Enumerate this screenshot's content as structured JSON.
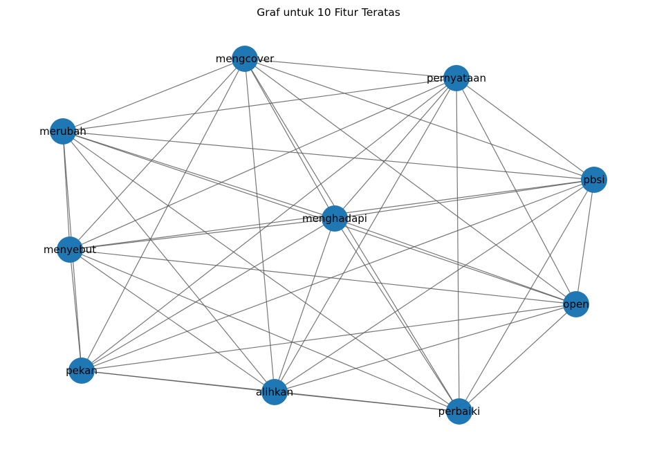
{
  "title": "Graf untuk 10 Fitur Teratas",
  "node_color": "#1f77b4",
  "edge_color": "#555555",
  "nodes": [
    {
      "id": "mengcover",
      "label": "mengcover"
    },
    {
      "id": "pernyataan",
      "label": "pernyataan"
    },
    {
      "id": "merubah",
      "label": "merubah"
    },
    {
      "id": "pbsi",
      "label": "pbsi"
    },
    {
      "id": "menghadapi",
      "label": "menghadapi"
    },
    {
      "id": "menyebut",
      "label": "menyebut"
    },
    {
      "id": "open",
      "label": "open"
    },
    {
      "id": "pekan",
      "label": "pekan"
    },
    {
      "id": "alihkan",
      "label": "alihkan"
    },
    {
      "id": "perbaiki",
      "label": "perbaiki"
    }
  ],
  "edges": [
    [
      "mengcover",
      "pernyataan"
    ],
    [
      "mengcover",
      "merubah"
    ],
    [
      "mengcover",
      "pbsi"
    ],
    [
      "mengcover",
      "menghadapi"
    ],
    [
      "mengcover",
      "menyebut"
    ],
    [
      "mengcover",
      "open"
    ],
    [
      "mengcover",
      "pekan"
    ],
    [
      "mengcover",
      "alihkan"
    ],
    [
      "mengcover",
      "perbaiki"
    ],
    [
      "pernyataan",
      "merubah"
    ],
    [
      "pernyataan",
      "pbsi"
    ],
    [
      "pernyataan",
      "menghadapi"
    ],
    [
      "pernyataan",
      "menyebut"
    ],
    [
      "pernyataan",
      "open"
    ],
    [
      "pernyataan",
      "pekan"
    ],
    [
      "pernyataan",
      "alihkan"
    ],
    [
      "pernyataan",
      "perbaiki"
    ],
    [
      "merubah",
      "pbsi"
    ],
    [
      "merubah",
      "menghadapi"
    ],
    [
      "merubah",
      "menyebut"
    ],
    [
      "merubah",
      "open"
    ],
    [
      "merubah",
      "pekan"
    ],
    [
      "merubah",
      "alihkan"
    ],
    [
      "merubah",
      "perbaiki"
    ],
    [
      "pbsi",
      "menghadapi"
    ],
    [
      "pbsi",
      "menyebut"
    ],
    [
      "pbsi",
      "open"
    ],
    [
      "pbsi",
      "pekan"
    ],
    [
      "pbsi",
      "alihkan"
    ],
    [
      "pbsi",
      "perbaiki"
    ],
    [
      "menghadapi",
      "menyebut"
    ],
    [
      "menghadapi",
      "open"
    ],
    [
      "menghadapi",
      "pekan"
    ],
    [
      "menghadapi",
      "alihkan"
    ],
    [
      "menghadapi",
      "perbaiki"
    ],
    [
      "menyebut",
      "open"
    ],
    [
      "menyebut",
      "pekan"
    ],
    [
      "menyebut",
      "alihkan"
    ],
    [
      "menyebut",
      "perbaiki"
    ],
    [
      "open",
      "pekan"
    ],
    [
      "open",
      "alihkan"
    ],
    [
      "open",
      "perbaiki"
    ],
    [
      "pekan",
      "alihkan"
    ],
    [
      "pekan",
      "perbaiki"
    ],
    [
      "alihkan",
      "perbaiki"
    ]
  ]
}
